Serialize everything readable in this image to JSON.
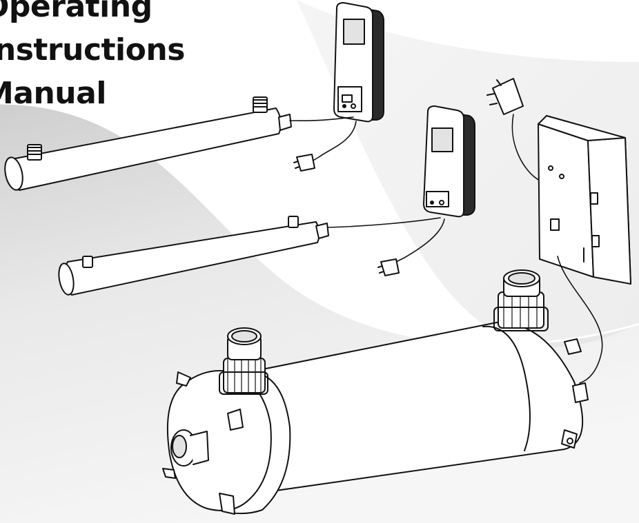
{
  "title_lines": [
    "Operating",
    "Instructions",
    "Manual"
  ],
  "colors": {
    "ink": "#111111",
    "swoosh_light": "#f4f4f4",
    "swoosh_dark": "#c9c9c9",
    "equipment_fill": "#ffffff",
    "screen_gray": "#e3e3e3"
  },
  "illustration": {
    "items": [
      "uv-chamber-large",
      "uv-chamber-medium",
      "uv-chamber-industrial",
      "control-unit-top",
      "control-unit-middle",
      "control-box-wall",
      "uk-plug-top",
      "uk-plug-middle",
      "uk-plug-wall"
    ]
  }
}
